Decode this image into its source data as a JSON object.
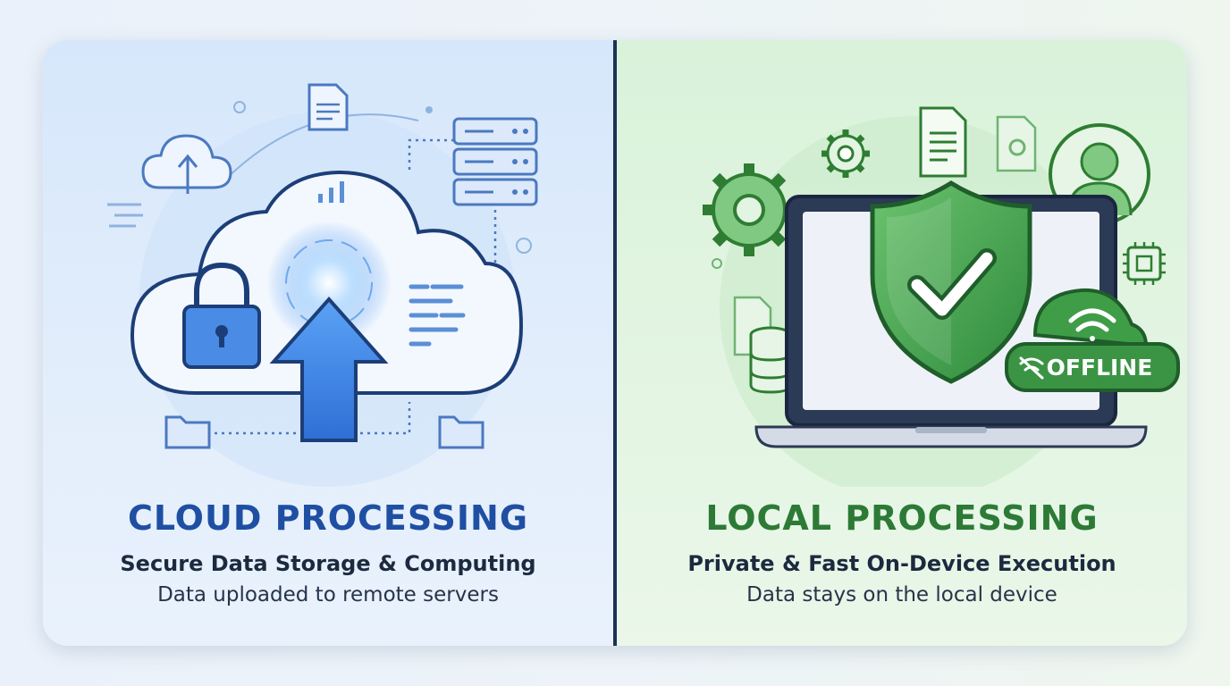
{
  "cloud": {
    "title": "CLOUD PROCESSING",
    "subtitle": "Secure Data Storage & Computing",
    "description": "Data uploaded to remote servers"
  },
  "local": {
    "title": "LOCAL PROCESSING",
    "subtitle": "Private & Fast On-Device Execution",
    "description": "Data stays on the local device",
    "badge": "OFFLINE"
  },
  "colors": {
    "cloud_accent": "#1f4fa3",
    "local_accent": "#2c7a36",
    "divider": "#1b3157"
  },
  "icons": {
    "cloud": [
      "small-cloud-upload-icon",
      "document-icon",
      "server-stack-icon",
      "cloud-icon",
      "padlock-icon",
      "upload-arrow-icon",
      "folder-icon"
    ],
    "local": [
      "gear-icon",
      "document-icon",
      "user-avatar-icon",
      "laptop-icon",
      "shield-check-icon",
      "wifi-off-icon",
      "chip-icon",
      "database-icon"
    ]
  }
}
